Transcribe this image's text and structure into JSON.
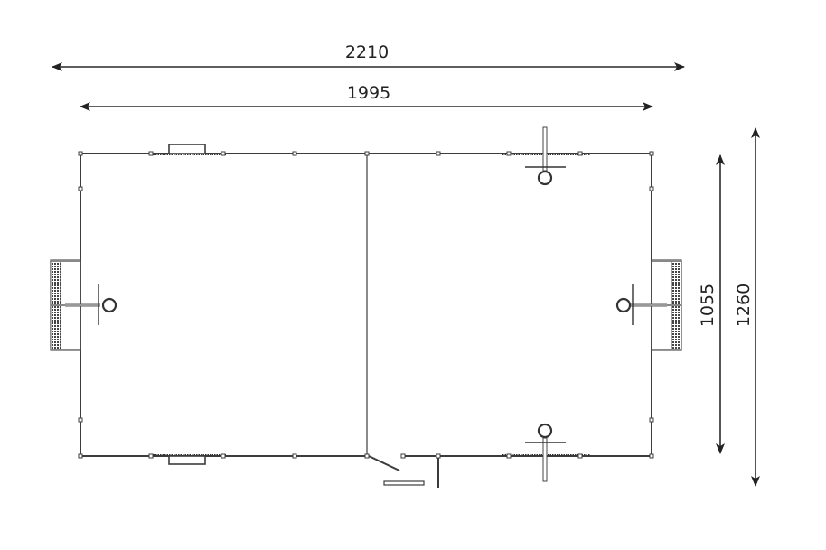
{
  "diagram": {
    "title": "Court plan with dimensions",
    "colors": {
      "line": "#3c3c3c",
      "text": "#222222",
      "background": "#ffffff"
    },
    "dimensions": {
      "overall_width": {
        "value": "2210",
        "orientation": "horizontal"
      },
      "court_width": {
        "value": "1995",
        "orientation": "horizontal"
      },
      "court_depth": {
        "value": "1055",
        "orientation": "vertical"
      },
      "overall_depth": {
        "value": "1260",
        "orientation": "vertical"
      }
    },
    "elements": {
      "goals": [
        "left-goal",
        "right-goal"
      ],
      "hoops": [
        "left-hoop",
        "right-hoop",
        "top-hoop",
        "bottom-hoop"
      ],
      "benches": [
        "top-bench",
        "bottom-bench"
      ],
      "gate": "bottom-gate",
      "center_line": "center-divider"
    }
  }
}
